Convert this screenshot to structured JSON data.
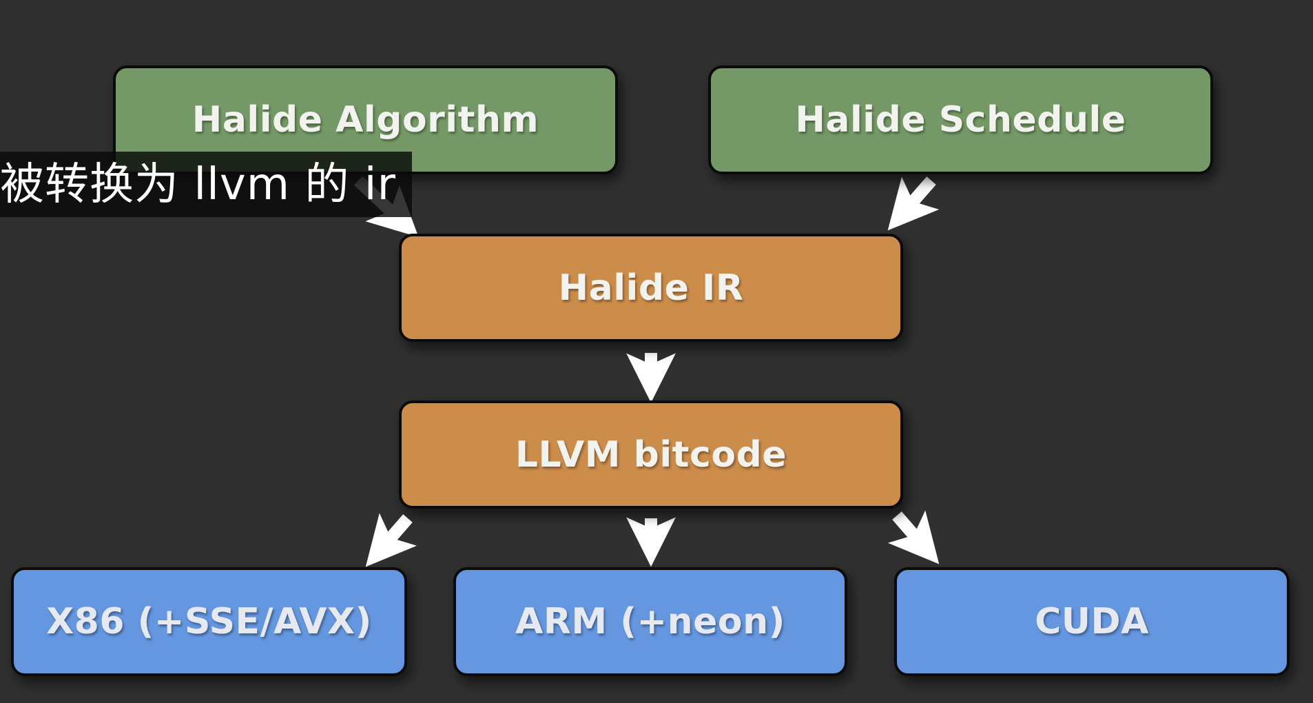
{
  "diagram": {
    "title": "Halide compilation pipeline",
    "nodes": {
      "algorithm": {
        "label": "Halide Algorithm",
        "color": "#759966"
      },
      "schedule": {
        "label": "Halide Schedule",
        "color": "#759966"
      },
      "ir": {
        "label": "Halide IR",
        "color": "#cc8c4a"
      },
      "llvm": {
        "label": "LLVM bitcode",
        "color": "#cc8c4a"
      },
      "x86": {
        "label": "X86 (+SSE/AVX)",
        "color": "#6497e0"
      },
      "arm": {
        "label": "ARM (+neon)",
        "color": "#6497e0"
      },
      "cuda": {
        "label": "CUDA",
        "color": "#6497e0"
      }
    },
    "edges": [
      {
        "from": "Halide Algorithm",
        "to": "Halide IR"
      },
      {
        "from": "Halide Schedule",
        "to": "Halide IR"
      },
      {
        "from": "Halide IR",
        "to": "LLVM bitcode"
      },
      {
        "from": "LLVM bitcode",
        "to": "X86 (+SSE/AVX)"
      },
      {
        "from": "LLVM bitcode",
        "to": "ARM (+neon)"
      },
      {
        "from": "LLVM bitcode",
        "to": "CUDA"
      }
    ],
    "arrow_color": "#ffffff"
  },
  "subtitle": {
    "text": "被转换为 llvm 的 ir"
  },
  "background_color": "#303030"
}
